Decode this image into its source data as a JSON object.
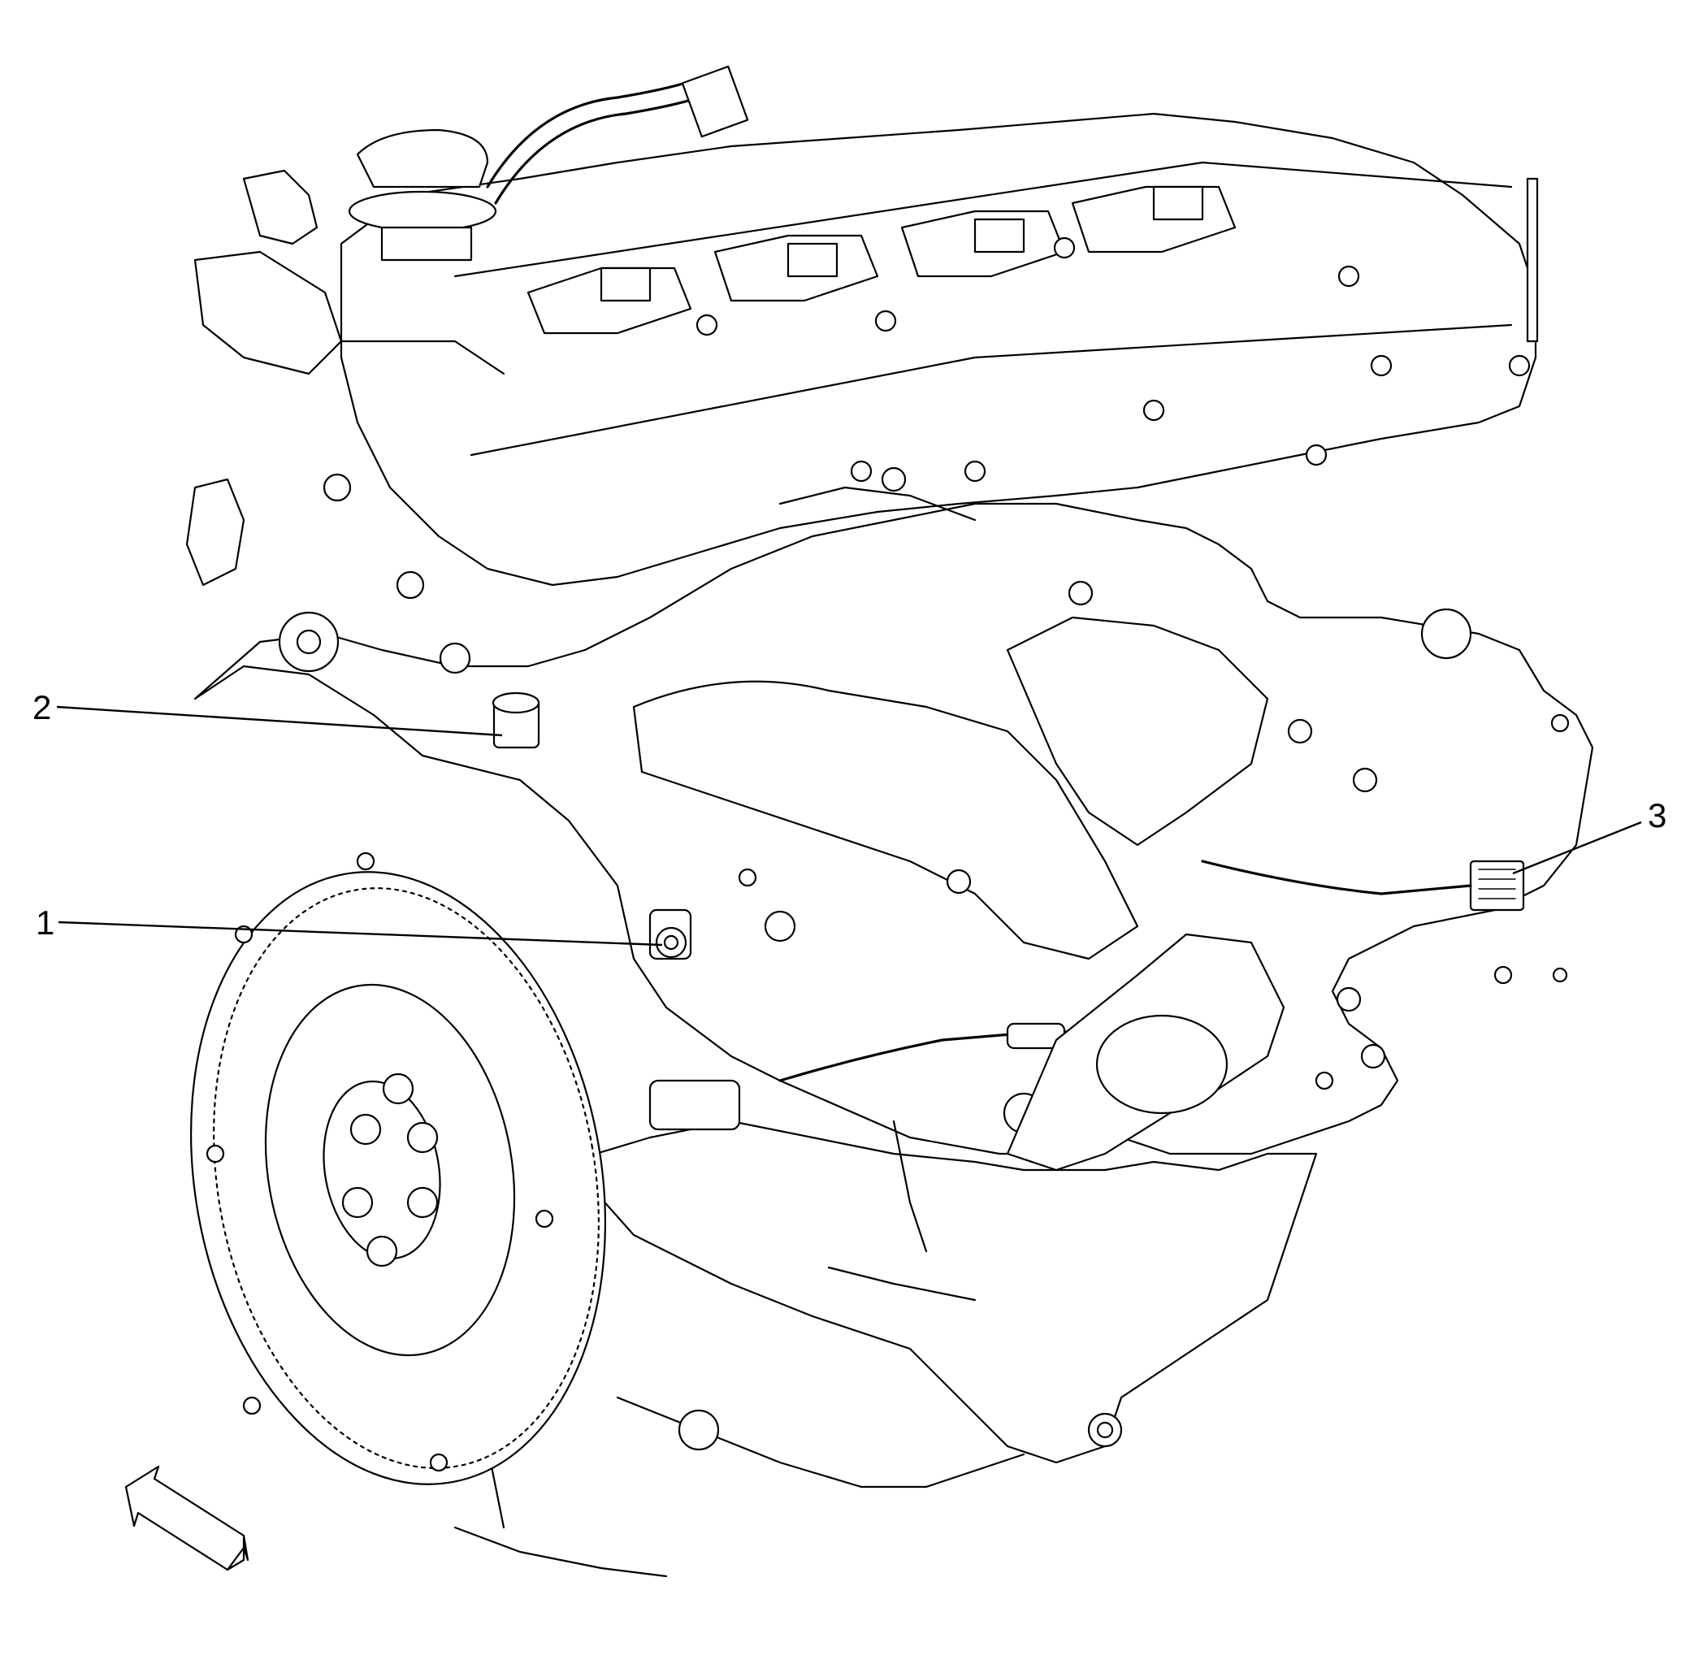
{
  "callouts": [
    {
      "id": "1",
      "label": "1"
    },
    {
      "id": "2",
      "label": "2"
    },
    {
      "id": "3",
      "label": "3"
    }
  ],
  "icons": {
    "view_arrow": "front-direction-arrow-icon"
  }
}
